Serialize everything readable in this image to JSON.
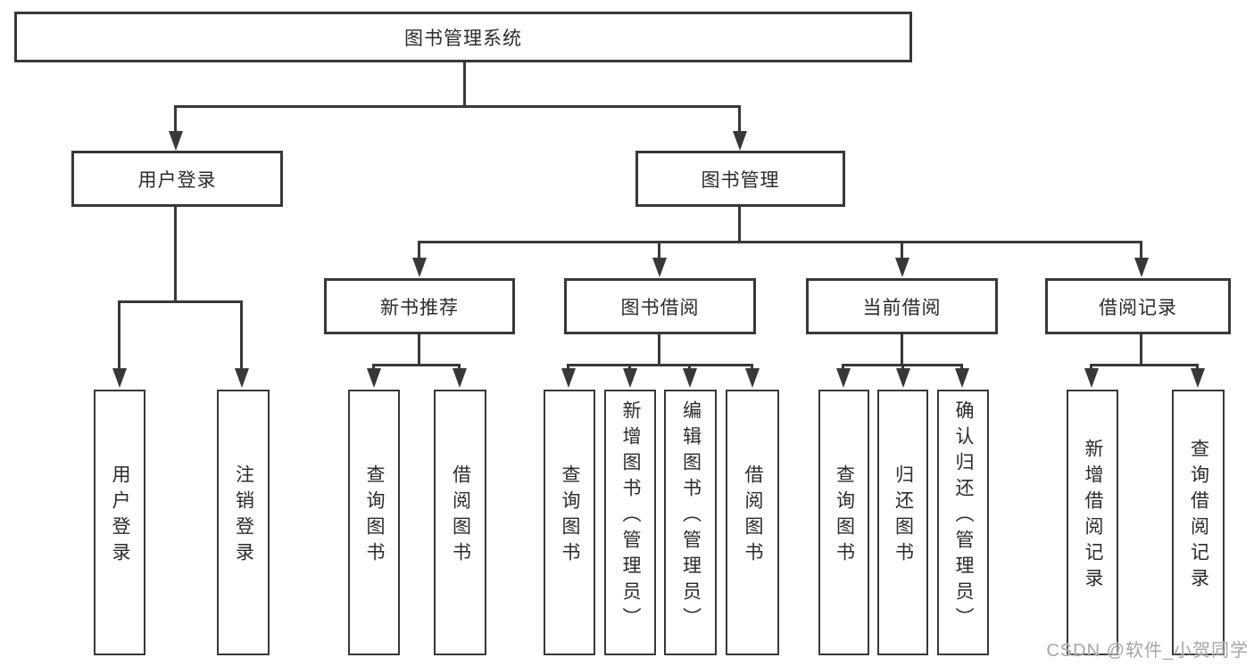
{
  "tree": {
    "label": "图书管理系统",
    "children": [
      {
        "label": "用户登录",
        "children": [
          {
            "label": "用户登录"
          },
          {
            "label": "注销登录"
          }
        ]
      },
      {
        "label": "图书管理",
        "children": [
          {
            "label": "新书推荐",
            "children": [
              {
                "label": "查询图书"
              },
              {
                "label": "借阅图书"
              }
            ]
          },
          {
            "label": "图书借阅",
            "children": [
              {
                "label": "查询图书"
              },
              {
                "label": "新增图书（管理员）"
              },
              {
                "label": "编辑图书（管理员）"
              },
              {
                "label": "借阅图书"
              }
            ]
          },
          {
            "label": "当前借阅",
            "children": [
              {
                "label": "查询图书"
              },
              {
                "label": "归还图书"
              },
              {
                "label": "确认归还（管理员）"
              }
            ]
          },
          {
            "label": "借阅记录",
            "children": [
              {
                "label": "新增借阅记录"
              },
              {
                "label": "查询借阅记录"
              }
            ]
          }
        ]
      }
    ]
  },
  "watermark": {
    "text": "CSDN @软件_小贺同学"
  },
  "colors": {
    "line": "#383838",
    "text": "#2b2b2b",
    "watermark": "#a6a6a6",
    "background": "#ffffff"
  }
}
